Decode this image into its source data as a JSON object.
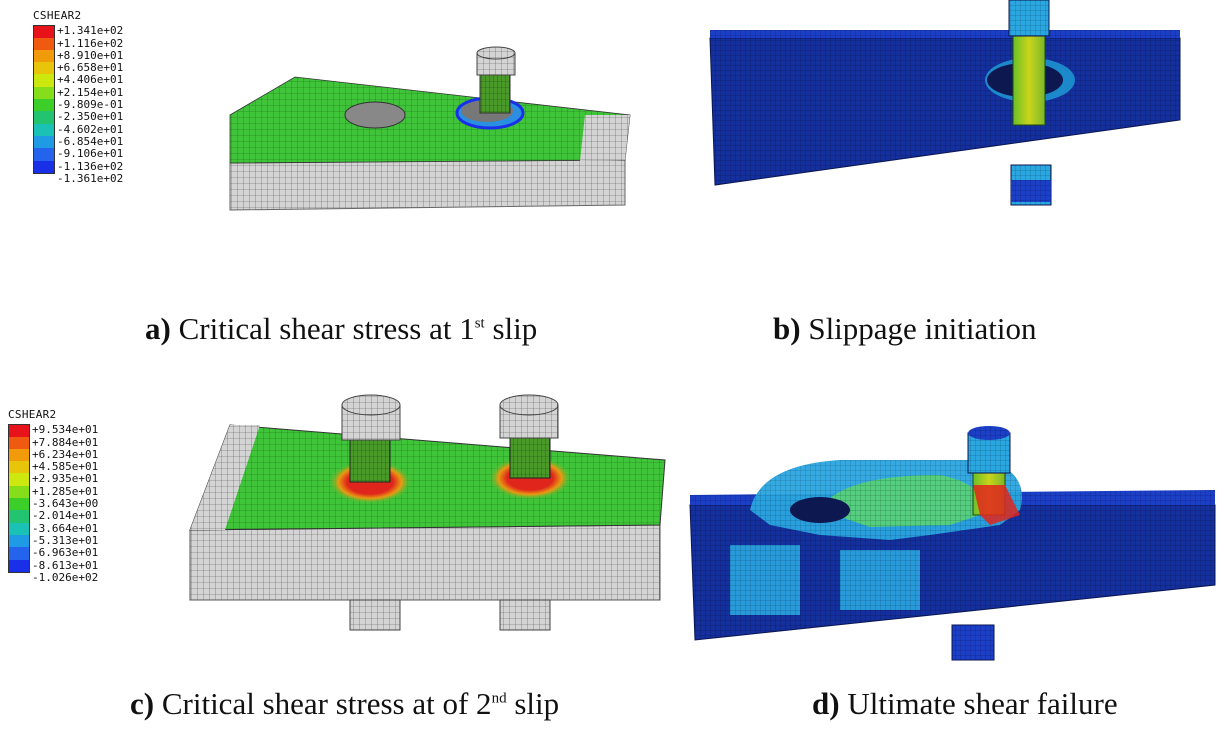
{
  "panel_a": {
    "legend_title": "CSHEAR2",
    "legend_values": [
      "+1.341e+02",
      "+1.116e+02",
      "+8.910e+01",
      "+6.658e+01",
      "+4.406e+01",
      "+2.154e+01",
      "-9.809e-01",
      "-2.350e+01",
      "-4.602e+01",
      "-6.854e+01",
      "-9.106e+01",
      "-1.136e+02",
      "-1.361e+02"
    ],
    "legend_colors": [
      "#e8121a",
      "#ef5a10",
      "#f19a0a",
      "#e8c40a",
      "#cce80e",
      "#86dd1a",
      "#3ccf2a",
      "#23c470",
      "#1ac2b5",
      "#1f9be6",
      "#2463ec",
      "#1a2fe8"
    ],
    "caption_letter": "a)",
    "caption_text": "Critical shear stress at 1",
    "caption_sup": "st",
    "caption_tail": " slip"
  },
  "panel_b": {
    "caption_letter": "b)",
    "caption_text": "Slippage initiation"
  },
  "panel_c": {
    "legend_title": "CSHEAR2",
    "legend_values": [
      "+9.534e+01",
      "+7.884e+01",
      "+6.234e+01",
      "+4.585e+01",
      "+2.935e+01",
      "+1.285e+01",
      "-3.643e+00",
      "-2.014e+01",
      "-3.664e+01",
      "-5.313e+01",
      "-6.963e+01",
      "-8.613e+01",
      "-1.026e+02"
    ],
    "legend_colors": [
      "#e8121a",
      "#ef5a10",
      "#f19a0a",
      "#e8c40a",
      "#cce80e",
      "#86dd1a",
      "#3ccf2a",
      "#23c470",
      "#1ac2b5",
      "#1f9be6",
      "#2463ec",
      "#1a2fe8"
    ],
    "caption_letter": "c)",
    "caption_text": "Critical shear stress at of 2",
    "caption_sup": "nd",
    "caption_tail": " slip"
  },
  "panel_d": {
    "caption_letter": "d)",
    "caption_text": "Ultimate shear failure"
  },
  "colors": {
    "plate_green": "#3fc43a",
    "mesh_grey": "#c8c8c8",
    "plate_blue": "#1b3fc7",
    "stress_red": "#e0261c",
    "stress_yellow": "#d8d80e"
  }
}
